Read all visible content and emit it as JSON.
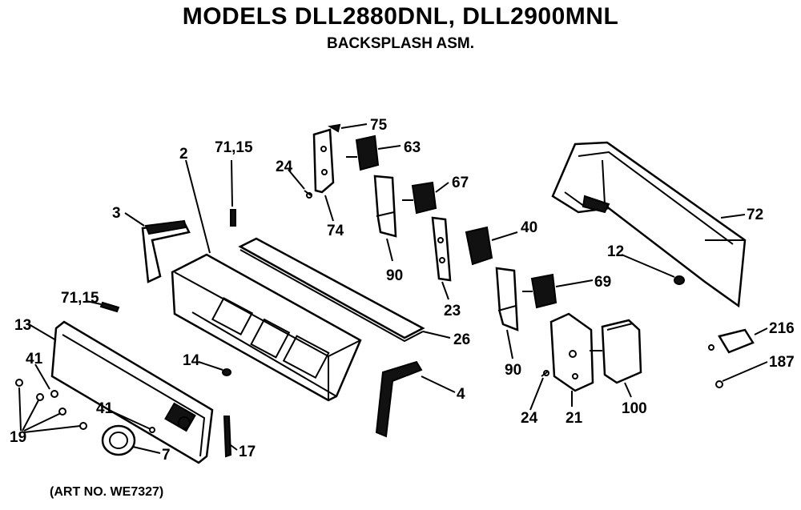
{
  "title": "MODELS DLL2880DNL, DLL2900MNL",
  "subtitle": "BACKSPLASH ASM.",
  "art_no": "(ART NO. WE7327)",
  "callouts": {
    "c75": "75",
    "c63": "63",
    "c24a": "24",
    "c74": "74",
    "c2": "2",
    "c7115a": "71,15",
    "c67": "67",
    "c90a": "90",
    "c3": "3",
    "c40": "40",
    "c23": "23",
    "c72": "72",
    "c12": "12",
    "c69": "69",
    "c7115b": "71,15",
    "c13": "13",
    "c26": "26",
    "c14": "14",
    "c41a": "41",
    "c4": "4",
    "c90b": "90",
    "c216": "216",
    "c187": "187",
    "c41b": "41",
    "c24b": "24",
    "c21": "21",
    "c100": "100",
    "c19": "19",
    "c7": "7",
    "c17": "17"
  }
}
